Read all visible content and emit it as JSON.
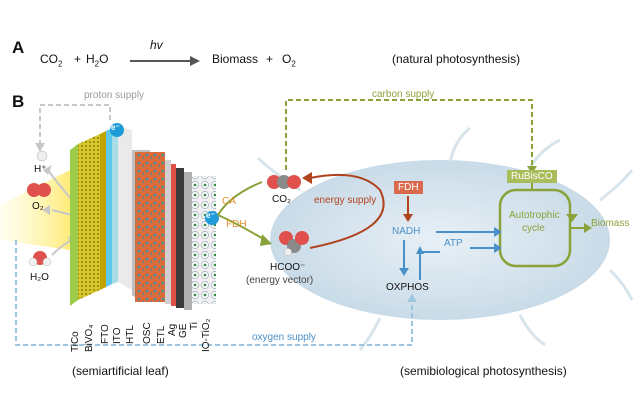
{
  "panel_a": {
    "letter": "A",
    "reactant1": "CO",
    "reactant1_sub": "2",
    "plus1": "+",
    "reactant2": "H",
    "reactant2_sub": "2",
    "reactant2_tail": "O",
    "arrow_label": "hv",
    "product1": "Biomass",
    "plus2": "+",
    "product2": "O",
    "product2_sub": "2",
    "caption": "(natural photosynthesis)"
  },
  "panel_b": {
    "letter": "B",
    "proton_supply": "proton supply",
    "carbon_supply": "carbon supply",
    "oxygen_supply": "oxygen supply",
    "h_plus": "H⁺",
    "o2": "O₂",
    "h2o": "H₂O",
    "electron1": "e⁻",
    "electron2": "e⁻",
    "ca": "CA",
    "fdh_left": "FDH",
    "co2": "CO₂",
    "hcoo": "HCOO⁻",
    "energy_vector": "(energy vector)",
    "energy_supply": "energy supply",
    "fdh_cell": "FDH",
    "nadh": "NADH",
    "atp": "ATP",
    "oxphos": "OXPHOS",
    "rubisco": "RuBisCO",
    "autotrophic": "Autotrophic",
    "cycle": "cycle",
    "biomass": "Biomass",
    "layers": [
      "TiCo",
      "BiVO₄",
      "FTO",
      "ITO",
      "HTL",
      "OSC",
      "ETL",
      "Ag",
      "GE",
      "Ti",
      "IO-TiO₂"
    ],
    "caption_left": "(semiartificial leaf)",
    "caption_right": "(semibiological photosynthesis)"
  },
  "colors": {
    "grey_arrow": "#c8c8c8",
    "green": "#8aa23a",
    "brown": "#b0421e",
    "blue": "#4a90c8",
    "light_blue": "#9cc6e0",
    "orange": "#e0902a",
    "fdh_box": "#d96a4e",
    "rubisco_box": "#a9bd5a"
  }
}
